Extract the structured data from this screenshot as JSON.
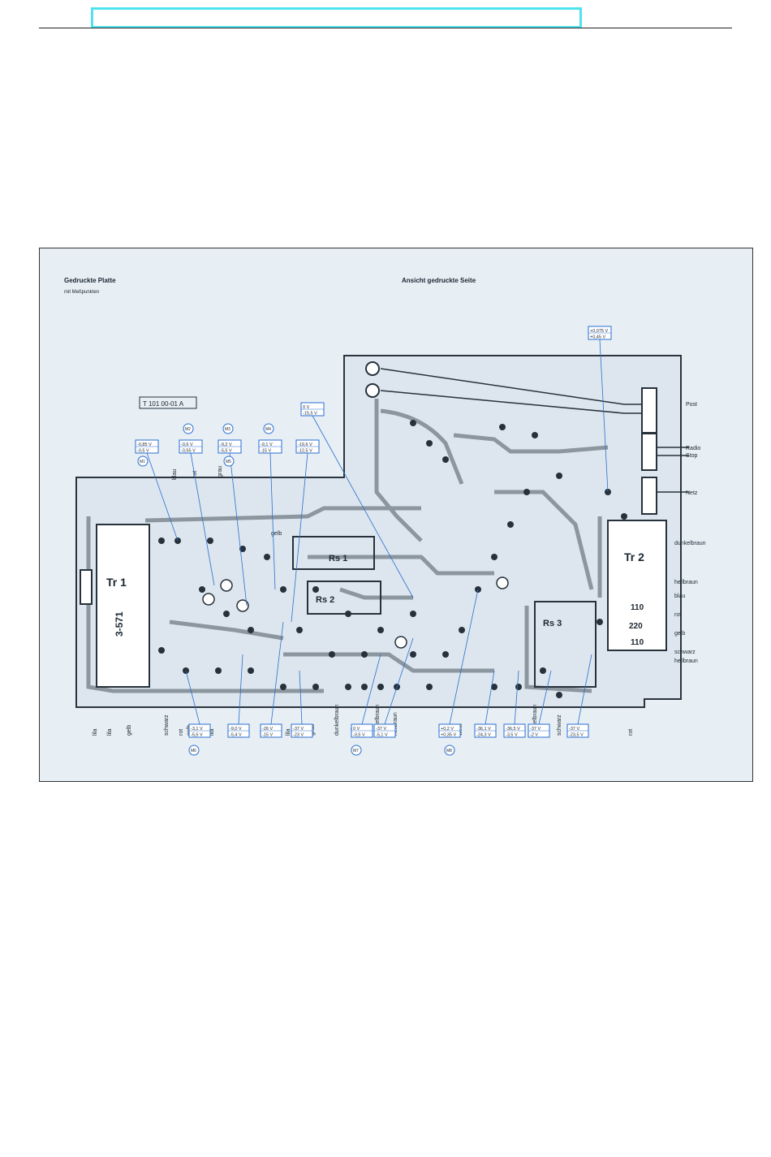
{
  "header": {
    "title_box": ""
  },
  "figure": {
    "title_line1": "Gedruckte Platte",
    "title_line2": "mit Meßpunkten",
    "view_label": "Ansicht gedruckte Seite",
    "board_id": "T 101 00-01 A",
    "components": {
      "tr1": "Tr 1",
      "tr1_type": "3-571",
      "tr2": "Tr 2",
      "rs1": "Rs 1",
      "rs2": "Rs 2",
      "rs3": "Rs 3"
    },
    "connectors": {
      "post": "Post",
      "radio": "Radio",
      "stop": "Stop",
      "netz": "Netz"
    },
    "tr2_labels": [
      "dunkelbraun",
      "hellbraun",
      "blau",
      "110",
      "220",
      "rot",
      "110",
      "gelb",
      "schwarz",
      "hellbraun"
    ],
    "bottom_wires": [
      "lila",
      "lila",
      "gelb",
      "schwarz",
      "rot",
      "gelb",
      "lila",
      "blau",
      "lila",
      "grau",
      "dunkelbraun",
      "grün",
      "gelb",
      "dunkelbraun",
      "hellbraun",
      "weiß",
      "blau",
      "grau",
      "dunkelbraun",
      "schwarz",
      "rot"
    ],
    "top_wires": [
      "blau",
      "rot",
      "grau",
      "gelb"
    ],
    "voltages_top": [
      {
        "a": "-0,85 V",
        "b": "-0,5 V"
      },
      {
        "a": "-0,6 V",
        "b": "-0,55 V"
      },
      {
        "a": "-9,2 V",
        "b": "-5,5 V"
      },
      {
        "a": "-9,1 V",
        "b": "-15 V"
      },
      {
        "a": "-19,6 V",
        "b": "-12,5 V"
      },
      {
        "a": "0 V",
        "b": "-15,5 V"
      },
      {
        "a": "+0,075 V",
        "b": "+0,45 V"
      }
    ],
    "voltages_bottom": [
      {
        "a": "-3,1 V",
        "b": "-5,5 V"
      },
      {
        "a": "-9,0 V",
        "b": "-5,4 V"
      },
      {
        "a": "-26 V",
        "b": "-15 V"
      },
      {
        "a": "-37 V",
        "b": "-23 V"
      },
      {
        "a": "0 V",
        "b": "-0,5 V"
      },
      {
        "a": "-37 V",
        "b": "-5,1 V"
      },
      {
        "a": "+0,2 V",
        "b": "+0,35 V"
      },
      {
        "a": "-36,1 V",
        "b": "-24,3 V"
      },
      {
        "a": "-36,5 V",
        "b": "-3,5 V"
      },
      {
        "a": "-37 V",
        "b": "-2 V"
      },
      {
        "a": "-37 V",
        "b": "-23,5 V"
      }
    ],
    "measure_points": [
      "M1",
      "M2",
      "M3",
      "M4",
      "M5",
      "M6",
      "M7",
      "M8"
    ]
  }
}
